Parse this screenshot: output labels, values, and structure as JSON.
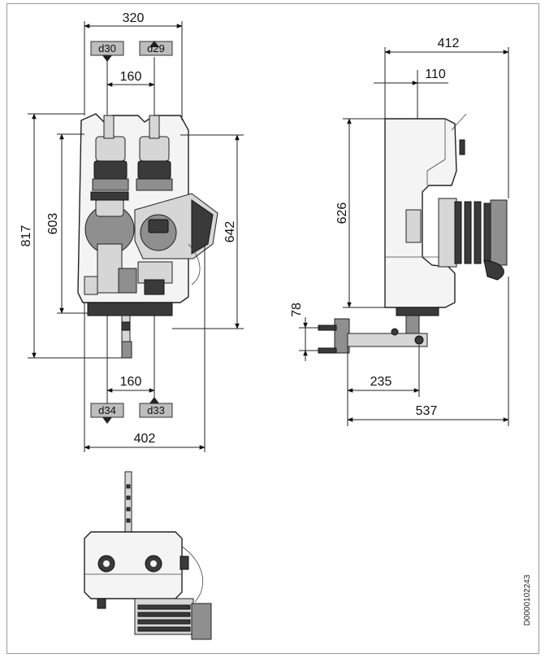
{
  "dimensions": {
    "width_top": "320",
    "pipe_spacing_top": "160",
    "height_total": "817",
    "height_housing": "603",
    "height_right": "642",
    "pipe_spacing_bottom": "160",
    "width_bottom": "402",
    "side_depth": "412",
    "side_offset": "110",
    "side_height": "626",
    "bracket_spacing": "78",
    "bracket_depth": "235",
    "total_depth": "537"
  },
  "connections": {
    "top_left": "d30",
    "top_right": "d29",
    "bottom_left": "d34",
    "bottom_right": "d33"
  },
  "document_id": "D0000102243"
}
